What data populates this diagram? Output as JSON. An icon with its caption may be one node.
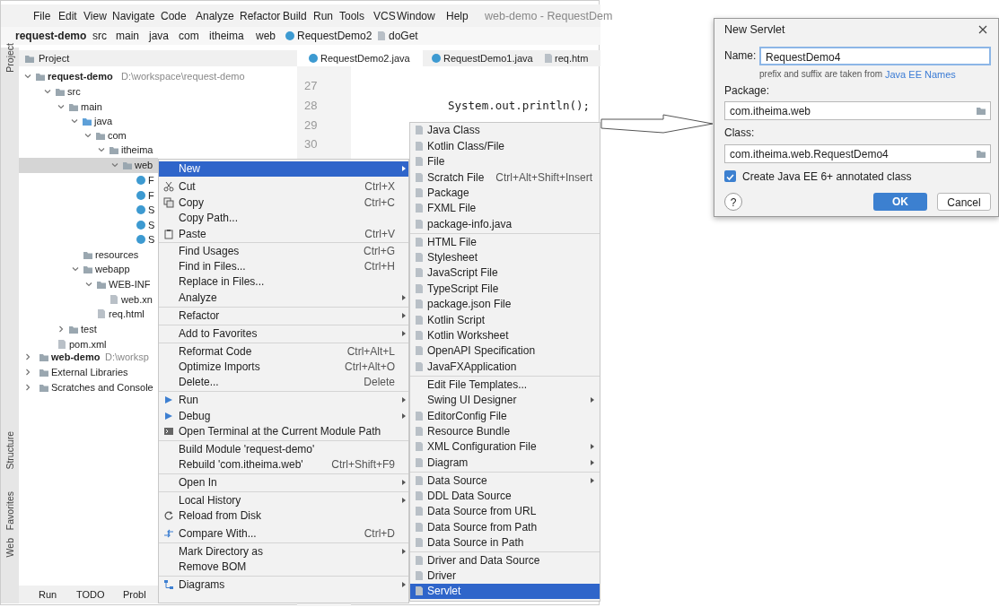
{
  "diagram": {
    "nodes": [
      {
        "text": [
          "web-demo - RequestDem"
        ]
      },
      {
        "text": [
          "New Servlet"
        ]
      }
    ],
    "edges": [
      {
        "from": 0,
        "to": 1,
        "arrow": "to"
      }
    ],
    "labels": [
      "File",
      "Edit",
      "View",
      "Navigate",
      "Code",
      "Analyze",
      "Refactor",
      "Build",
      "Run",
      "Tools",
      "VCS",
      "Window",
      "Help",
      "request-demo",
      "src",
      "main",
      "java",
      "com",
      "itheima",
      "web",
      "RequestDemo2",
      "doGet",
      "Project",
      "RequestDemo2.java",
      "RequestDemo1.java",
      "req.htm",
      "request-demo",
      "D:\\workspace\\request-demo",
      "src",
      "main",
      "java",
      "com",
      "itheima",
      "web",
      "F",
      "F",
      "S",
      "S",
      "S",
      "resources",
      "webapp",
      "WEB-INF",
      "web.xn",
      "req.html",
      "test",
      "pom.xml",
      "web-demo",
      "D:\\worksp",
      "External Libraries",
      "Scratches and Console",
      "27",
      "28",
      "29",
      "30",
      "System.out.println();",
      "New",
      "Cut",
      "Ctrl+X",
      "Copy",
      "Ctrl+C",
      "Copy Path...",
      "Paste",
      "Ctrl+V",
      "Find Usages",
      "Ctrl+G",
      "Find in Files...",
      "Ctrl+H",
      "Replace in Files...",
      "Analyze",
      "Refactor",
      "Add to Favorites",
      "Reformat Code",
      "Ctrl+Alt+L",
      "Optimize Imports",
      "Ctrl+Alt+O",
      "Delete...",
      "Delete",
      "Run",
      "Debug",
      "Open Terminal at the Current Module Path",
      "Build Module 'request-demo'",
      "Rebuild 'com.itheima.web'",
      "Ctrl+Shift+F9",
      "Open In",
      "Local History",
      "Reload from Disk",
      "Compare With...",
      "Ctrl+D",
      "Mark Directory as",
      "Remove BOM",
      "Diagrams",
      "Java Class",
      "Kotlin Class/File",
      "File",
      "Scratch File",
      "Ctrl+Alt+Shift+Insert",
      "Package",
      "FXML File",
      "package-info.java",
      "HTML File",
      "Stylesheet",
      "JavaScript File",
      "TypeScript File",
      "package.json File",
      "Kotlin Script",
      "Kotlin Worksheet",
      "OpenAPI Specification",
      "JavaFXApplication",
      "Edit File Templates...",
      "Swing UI Designer",
      "EditorConfig File",
      "Resource Bundle",
      "XML Configuration File",
      "Diagram",
      "Data Source",
      "DDL Data Source",
      "Data Source from URL",
      "Data Source from Path",
      "Data Source in Path",
      "Driver and Data Source",
      "Driver",
      "Servlet",
      "Run",
      "TODO",
      "Probl",
      "Project",
      "Structure",
      "Favorites",
      "Web",
      "Name:",
      "RequestDemo4",
      "prefix and suffix are taken from",
      "Java EE Names",
      "Package:",
      "com.itheima.web",
      "Class:",
      "com.itheima.web.RequestDemo4",
      "Create Java EE 6+ annotated class",
      "?",
      "OK",
      "Cancel"
    ]
  }
}
